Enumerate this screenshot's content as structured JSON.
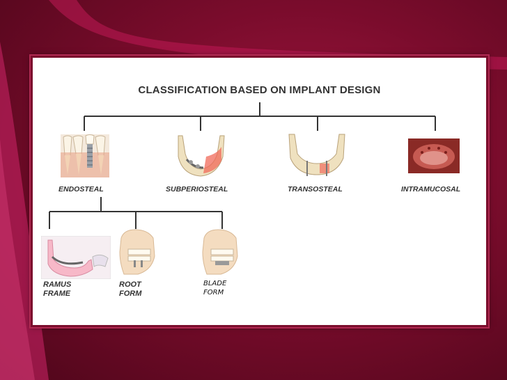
{
  "slide": {
    "title": "CLASSIFICATION BASED ON IMPLANT DESIGN",
    "categories": [
      {
        "label": "ENDOSTEAL"
      },
      {
        "label": "SUBPERIOSTEAL"
      },
      {
        "label": "TRANSOSTEAL"
      },
      {
        "label": "INTRAMUCOSAL"
      }
    ],
    "sub": [
      {
        "line1": "RAMUS",
        "line2": "FRAME"
      },
      {
        "line1": "ROOT",
        "line2": "FORM"
      },
      {
        "line1": "BLADE",
        "line2": "FORM"
      }
    ]
  },
  "colors": {
    "accent": "#8b1036",
    "panel_border": "#7b0e2d"
  }
}
